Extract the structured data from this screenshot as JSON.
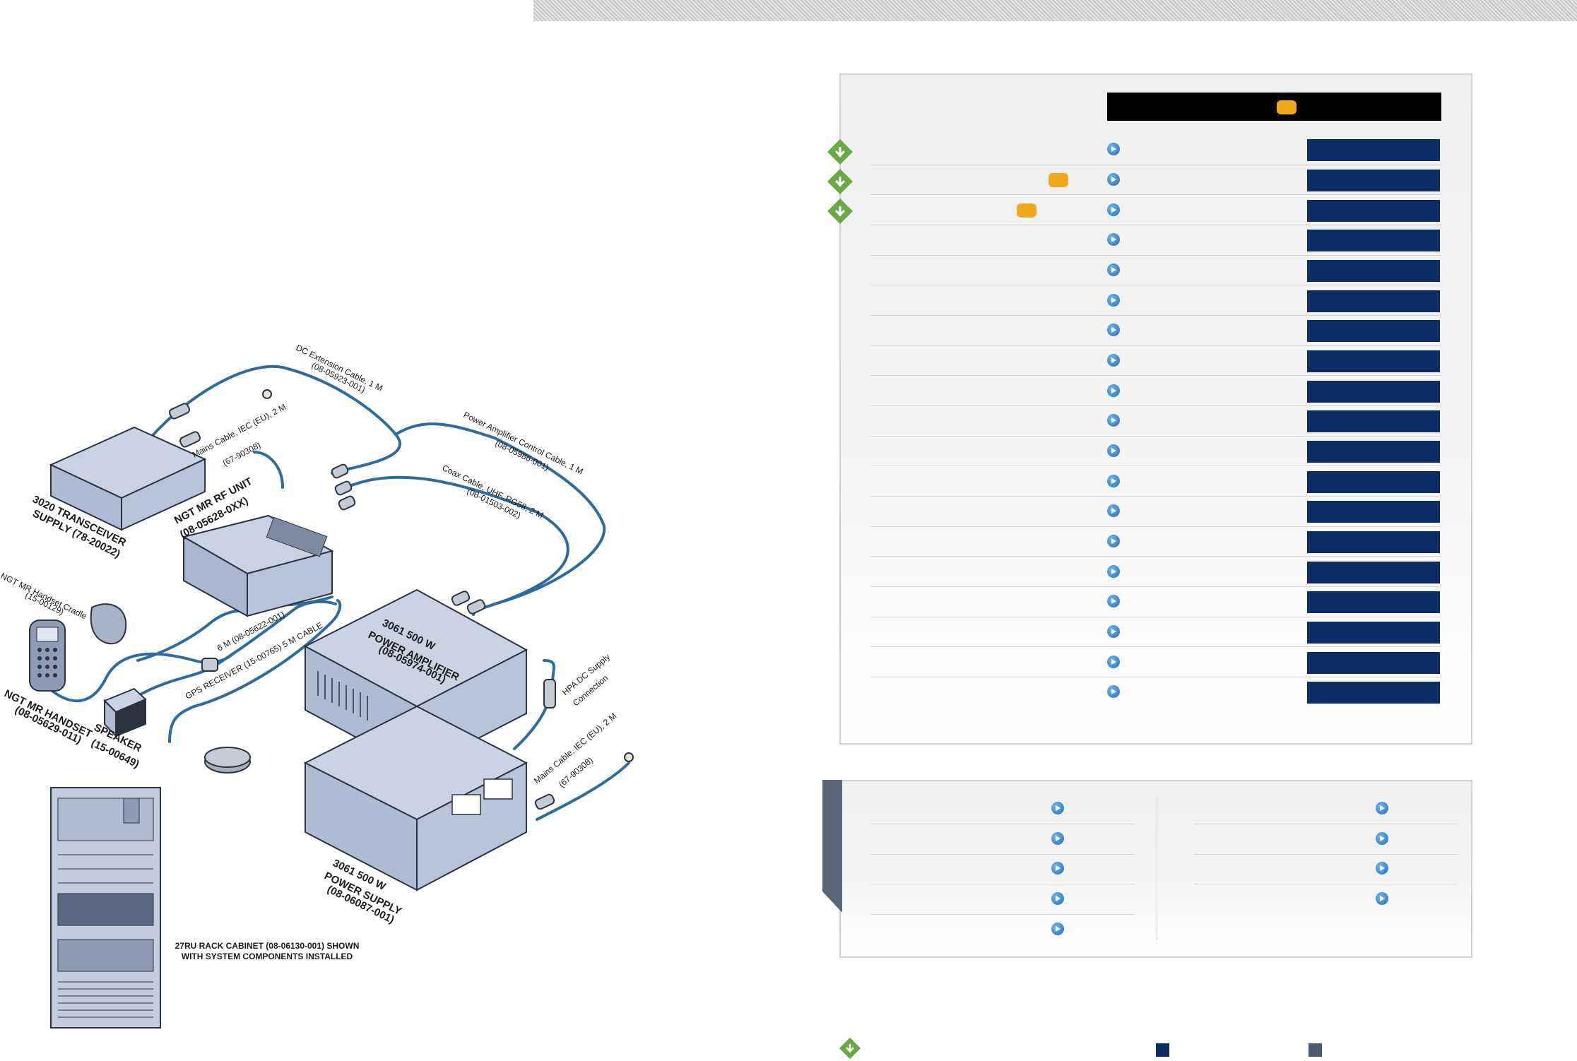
{
  "diagram": {
    "labels": {
      "dc_extension_cable": "DC Extension Cable, 1 M",
      "dc_extension_cable_pn": "(08-05923-001)",
      "power_amplifier_control_cable": "Power Amplifier Control Cable, 1 M",
      "power_amplifier_control_cable_pn": "(08-05986-001)",
      "mains_cable_top": "Mains Cable, IEC (EU), 2 M",
      "mains_cable_top_pn": "(67-90308)",
      "coax_cable": "Coax Cable, UHF, RG58, 2 M",
      "coax_cable_pn": "(08-01503-002)",
      "rf_unit": "NGT MR RF UNIT",
      "rf_unit_pn": "(08-05628-0XX)",
      "transceiver_supply": "3020 TRANSCEIVER",
      "transceiver_supply_2": "SUPPLY (78-20022)",
      "handset_cradle": "NGT MR Handset Cradle",
      "handset_cradle_pn": "(15-00129)",
      "cable_6m": "6 M (08-05622-001)",
      "gps_receiver": "GPS RECEIVER (15-00765) 5 M CABLE",
      "power_amplifier_1": "3061 500 W",
      "power_amplifier_2": "POWER AMPLIFIER",
      "power_amplifier_pn": "(08-05974-001)",
      "hpa_dc_supply": "HPA DC Supply",
      "hpa_dc_supply_2": "Connection",
      "handset": "NGT MR HANDSET",
      "handset_pn": "(08-05629-011)",
      "speaker": "SPEAKER",
      "speaker_pn": "(15-00649)",
      "mains_cable_bottom": "Mains Cable, IEC (EU), 2 M",
      "mains_cable_bottom_pn": "(67-90308)",
      "power_supply_1": "3061 500 W",
      "power_supply_2": "POWER SUPPLY",
      "power_supply_pn": "(08-06087-001)",
      "rack_cabinet_1": "27RU RACK CABINET (08-06130-001) SHOWN",
      "rack_cabinet_2": "WITH SYSTEM COMPONENTS INSTALLED"
    }
  },
  "colors": {
    "navy_button": "#0b2d63",
    "badge_orange": "#f2a81d",
    "diamond_green": "#6aa943",
    "arrow_blue": "#1e6fb8",
    "legend_gray": "#4a5a70"
  },
  "icons": {
    "row_arrow": "arrow-right-circle-icon",
    "diamond": "green-diamond-icon"
  }
}
